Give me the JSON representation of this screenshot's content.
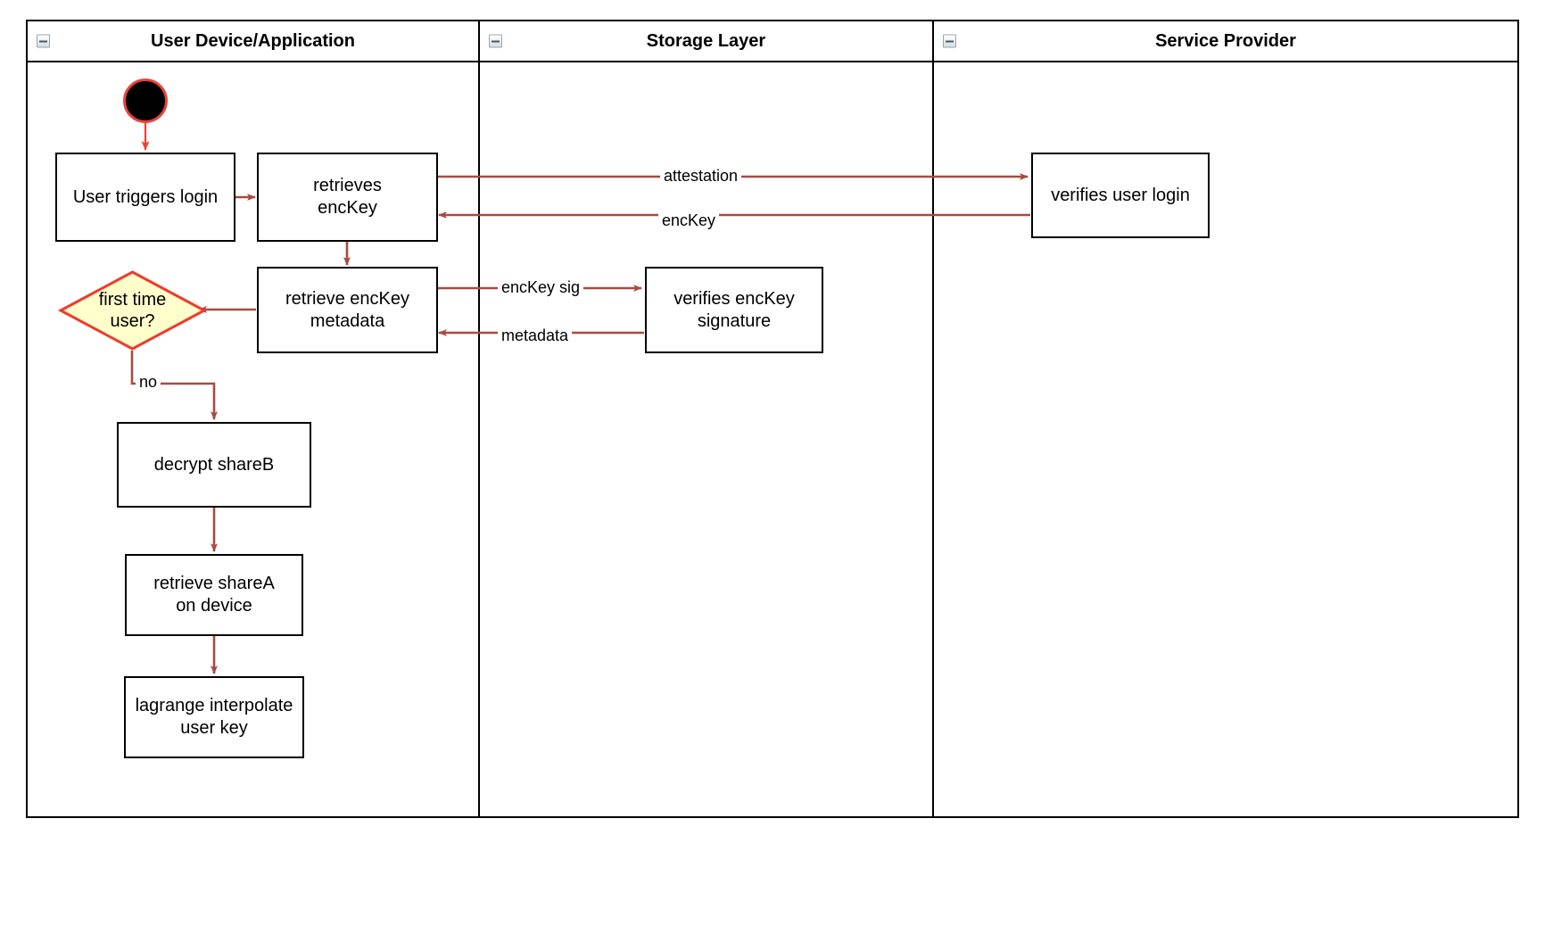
{
  "diagram": {
    "type": "swimlane-activity-diagram",
    "accent_edge_color": "#a74b42",
    "node_border_color": "#000000",
    "decision_fill_color": "#ffffcc",
    "decision_border_color": "#ef3b2c",
    "start_node_fill": "#000000",
    "start_node_border": "#e8443a",
    "background": "#ffffff"
  },
  "lanes": [
    {
      "id": "lane-user-device",
      "title": "User Device/Application",
      "collapse_icon": "collapse-minus-icon"
    },
    {
      "id": "lane-storage",
      "title": "Storage Layer",
      "collapse_icon": "collapse-minus-icon"
    },
    {
      "id": "lane-service-provider",
      "title": "Service Provider",
      "collapse_icon": "collapse-minus-icon"
    }
  ],
  "nodes": {
    "start": {
      "name": "start-node",
      "label": ""
    },
    "user_triggers_login": {
      "label": "User triggers login"
    },
    "retrieves_enckey": {
      "label": "retrieves\nencKey",
      "line1": "retrieves",
      "line2": "encKey"
    },
    "retrieve_enckey_metadata": {
      "label": "retrieve encKey\nmetadata",
      "line1": "retrieve encKey",
      "line2": "metadata"
    },
    "first_time_user": {
      "label": "first time\nuser?",
      "line1": "first time",
      "line2": "user?"
    },
    "decrypt_shareb": {
      "label": "decrypt shareB"
    },
    "retrieve_sharea": {
      "label": "retrieve shareA\non device",
      "line1": "retrieve shareA",
      "line2": "on device"
    },
    "lagrange_interpolate": {
      "label": "lagrange interpolate\nuser key",
      "line1": "lagrange interpolate",
      "line2": "user key"
    },
    "verifies_enckey_signature": {
      "label": "verifies encKey\nsignature",
      "line1": "verifies encKey",
      "line2": "signature"
    },
    "verifies_user_login": {
      "label": "verifies user login"
    }
  },
  "edge_labels": {
    "attestation": "attestation",
    "enckey": "encKey",
    "enckey_sig": "encKey sig",
    "metadata": "metadata",
    "no": "no"
  }
}
